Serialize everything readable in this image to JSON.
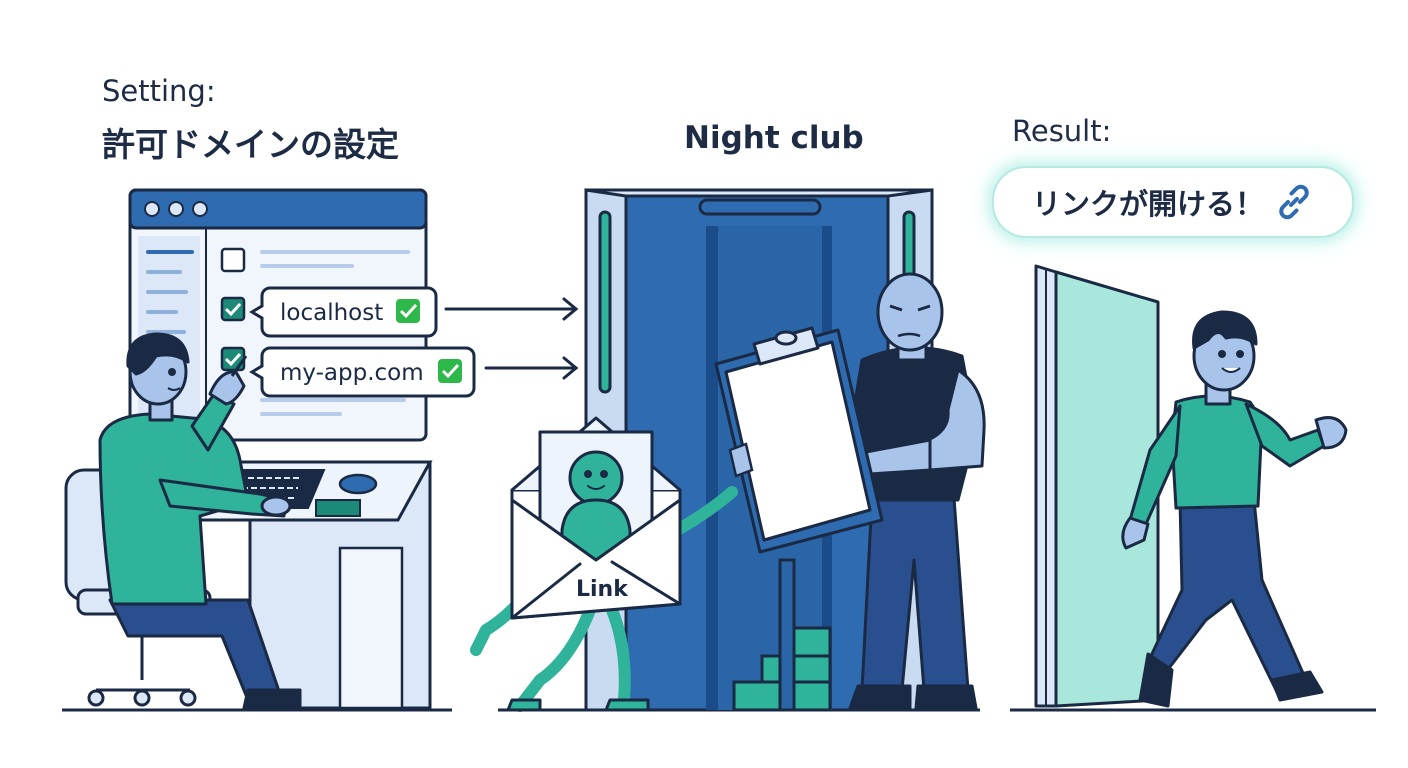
{
  "setting": {
    "label": "Setting:",
    "title": "許可ドメインの設定",
    "domains": [
      {
        "name": "localhost",
        "allowed": true
      },
      {
        "name": "my-app.com",
        "allowed": true
      }
    ]
  },
  "nightclub": {
    "title": "Night club",
    "envelope_label": "Link"
  },
  "result": {
    "label": "Result:",
    "message": "リンクが開ける！",
    "icon": "link-chain-icon"
  },
  "colors": {
    "navy": "#1b2a44",
    "blue": "#2f6bb0",
    "light_blue": "#dce8f7",
    "teal": "#2fb39a",
    "mint": "#a9e7dd",
    "check_green": "#2eb84a"
  }
}
